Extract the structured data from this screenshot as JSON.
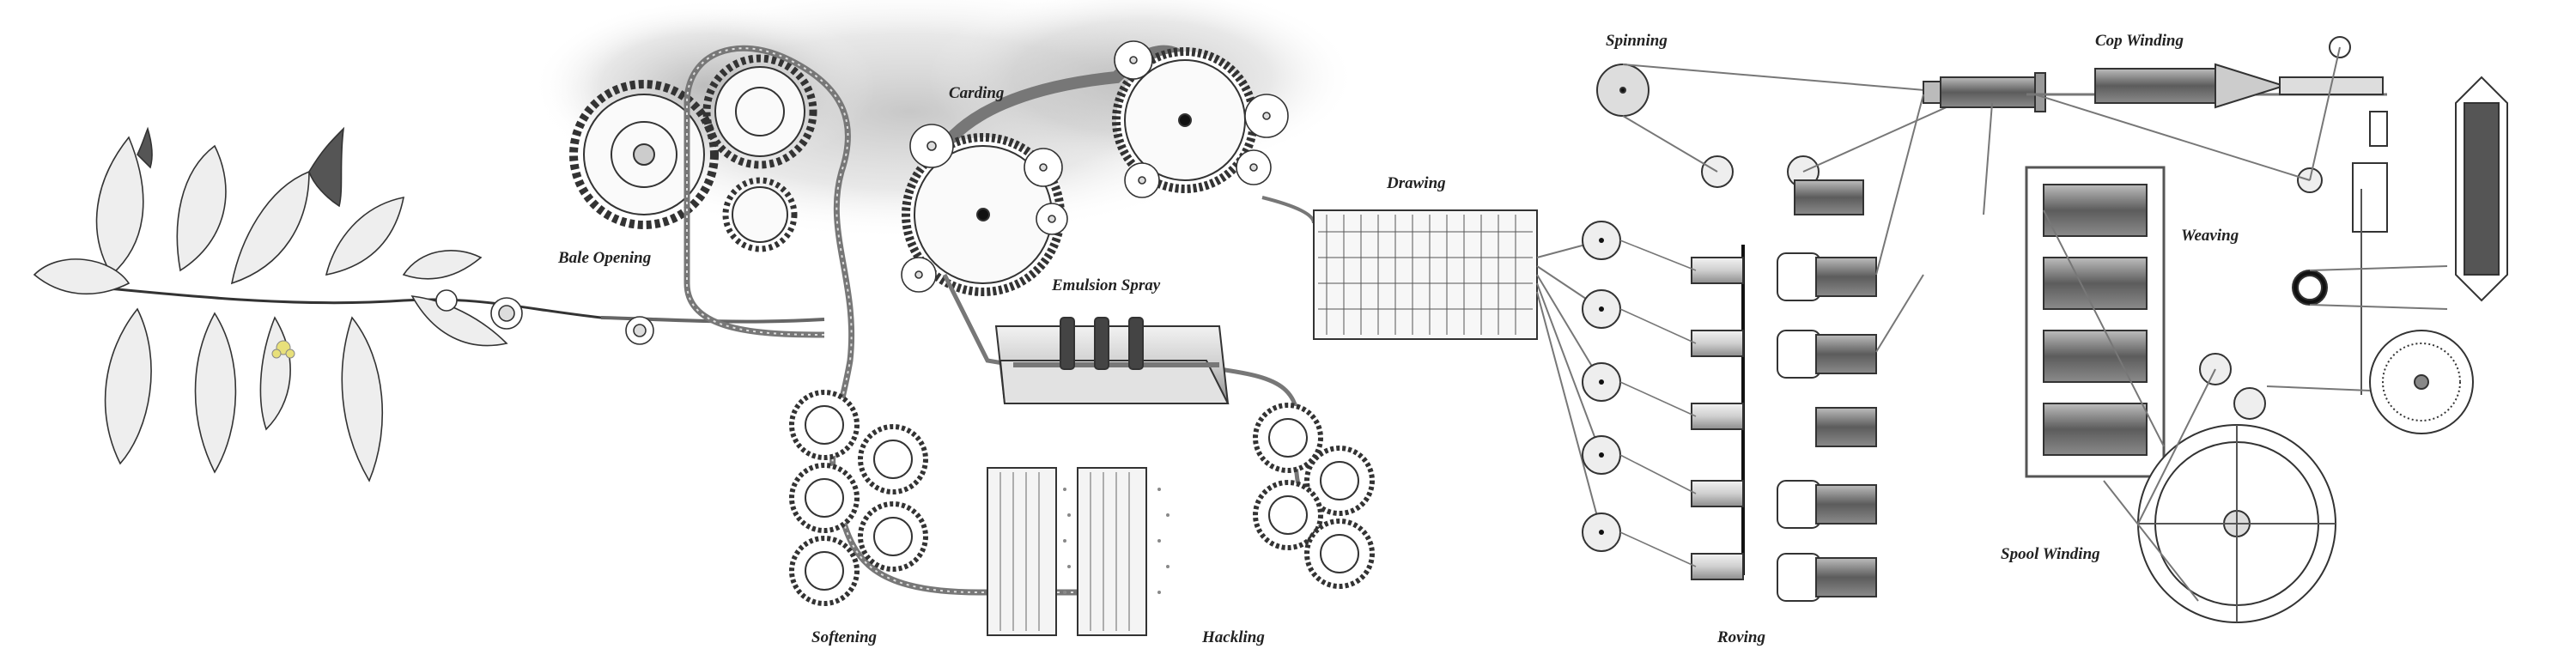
{
  "diagram": {
    "stages": {
      "bale_opening": "Bale Opening",
      "carding": "Carding",
      "emulsion_spray": "Emulsion Spray",
      "softening": "Softening",
      "hackling": "Hackling",
      "drawing": "Drawing",
      "spinning": "Spinning",
      "roving": "Roving",
      "cop_winding": "Cop Winding",
      "spool_winding": "Spool Winding",
      "weaving": "Weaving"
    },
    "colors": {
      "ink": "#333333",
      "fiber": "#777777",
      "leaf_fill": "#eeeeee",
      "leaf_dark": "#555555",
      "flower": "#e8e07a",
      "shade": "#bbbbbb"
    }
  }
}
